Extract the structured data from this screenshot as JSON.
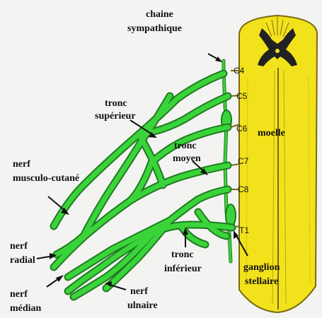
{
  "colors": {
    "background": "#f5f5f5",
    "nerve": "#3ad43a",
    "nerve_outline": "#1f7a1f",
    "cord": "#f2e21c",
    "cord_outline": "#7a6a10",
    "grey_matter": "#222222",
    "label": "#111111"
  },
  "labels": {
    "chaine_line1": "chaine",
    "chaine_line2": "sympathique",
    "tronc_sup_line1": "tronc",
    "tronc_sup_line2": "supérieur",
    "tronc_moyen_line1": "tronc",
    "tronc_moyen_line2": "moyen",
    "tronc_inf_line1": "tronc",
    "tronc_inf_line2": "inférieur",
    "musculo_line1": "nerf",
    "musculo_line2": "musculo-cutané",
    "radial_line1": "nerf",
    "radial_line2": "radial",
    "median_line1": "nerf",
    "median_line2": "médian",
    "ulnaire_line1": "nerf",
    "ulnaire_line2": "ulnaire",
    "ganglion_line1": "ganglion",
    "ganglion_line2": "stellaire",
    "moelle": "moelle"
  },
  "roots": {
    "c4": "C4",
    "c5": "C5",
    "c6": "C6",
    "c7": "C7",
    "c8": "C8",
    "t1": "T1"
  }
}
